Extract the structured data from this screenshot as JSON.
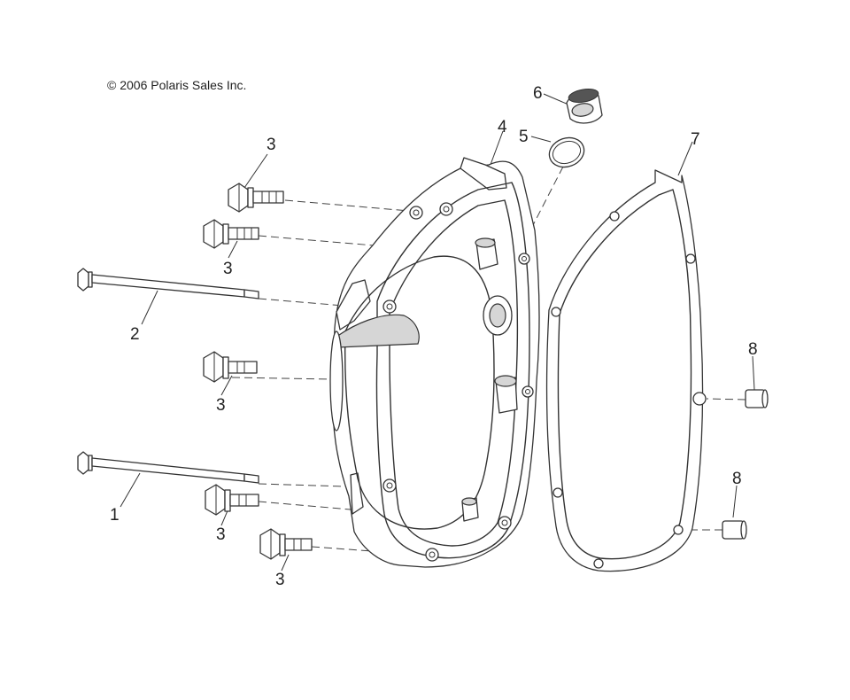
{
  "copyright": "© 2006 Polaris Sales Inc.",
  "callouts": [
    {
      "id": "c3a",
      "text": "3"
    },
    {
      "id": "c3b",
      "text": "3"
    },
    {
      "id": "c2",
      "text": "2"
    },
    {
      "id": "c3c",
      "text": "3"
    },
    {
      "id": "c1",
      "text": "1"
    },
    {
      "id": "c3d",
      "text": "3"
    },
    {
      "id": "c3e",
      "text": "3"
    },
    {
      "id": "c4",
      "text": "4"
    },
    {
      "id": "c5",
      "text": "5"
    },
    {
      "id": "c6",
      "text": "6"
    },
    {
      "id": "c7",
      "text": "7"
    },
    {
      "id": "c8a",
      "text": "8"
    },
    {
      "id": "c8b",
      "text": "8"
    }
  ]
}
